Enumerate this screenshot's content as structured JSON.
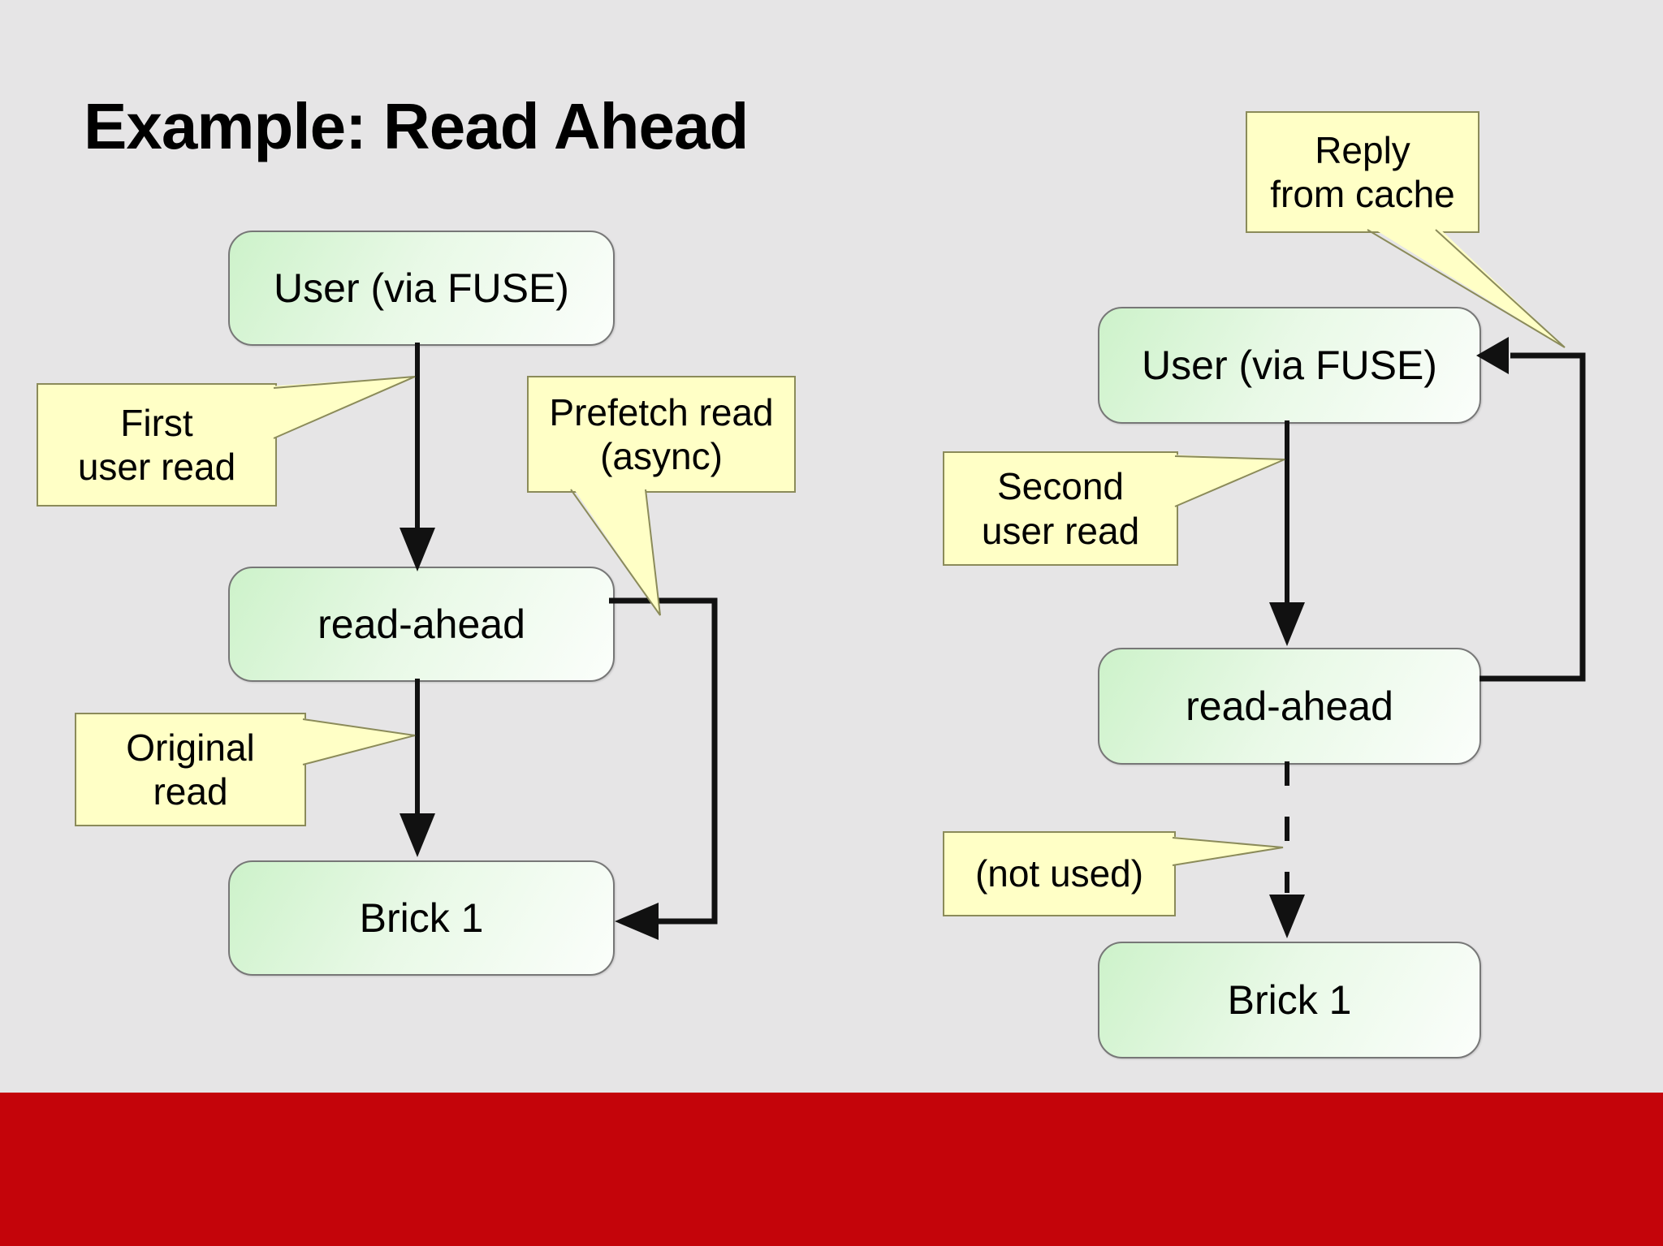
{
  "slide": {
    "title": "Example: Read Ahead"
  },
  "left_diagram": {
    "nodes": {
      "user": "User (via FUSE)",
      "readahead": "read-ahead",
      "brick": "Brick 1"
    },
    "callouts": {
      "first": {
        "line1": "First",
        "line2": "user read"
      },
      "prefetch": {
        "line1": "Prefetch read",
        "line2": "(async)"
      },
      "original": {
        "line1": "Original",
        "line2": "read"
      }
    }
  },
  "right_diagram": {
    "nodes": {
      "user": "User (via FUSE)",
      "readahead": "read-ahead",
      "brick": "Brick 1"
    },
    "callouts": {
      "reply": {
        "line1": "Reply",
        "line2": "from cache"
      },
      "second": {
        "line1": "Second",
        "line2": "user read"
      },
      "not_used": {
        "line1": "(not used)"
      }
    }
  },
  "colors": {
    "background": "#e6e5e6",
    "footer_band": "#c4040a",
    "node_gradient_start": "#cdf2ca",
    "node_gradient_mid": "#e9f9e7",
    "node_gradient_end": "#fbfefb",
    "node_border": "#777777",
    "callout_fill": "#ffffc6",
    "callout_border": "#8b8b5a",
    "arrow_ink": "#111111",
    "text": "#000000"
  }
}
